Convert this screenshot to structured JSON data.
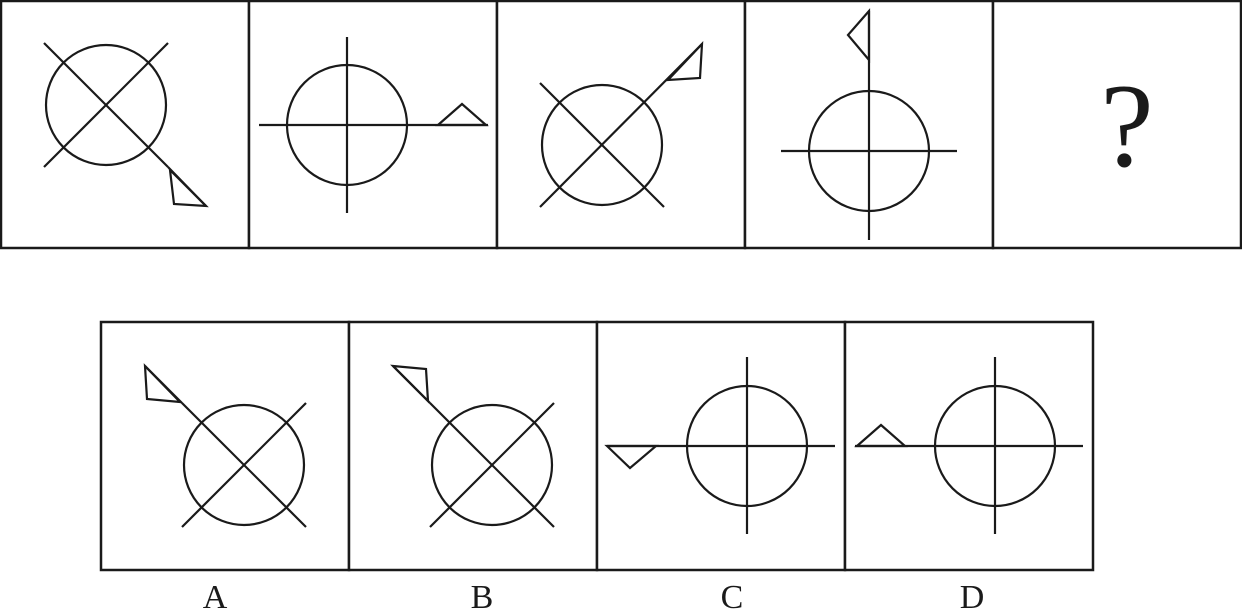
{
  "question": {
    "sequence": [
      {
        "id": "seq-1",
        "shape": "circle-with-x-cross",
        "flag": "triangle-lower-right"
      },
      {
        "id": "seq-2",
        "shape": "circle-with-plus-cross",
        "flag": "triangle-right"
      },
      {
        "id": "seq-3",
        "shape": "circle-with-x-cross",
        "flag": "triangle-upper-right"
      },
      {
        "id": "seq-4",
        "shape": "circle-with-plus-cross",
        "flag": "triangle-top"
      }
    ],
    "unknown_symbol": "?"
  },
  "options": [
    {
      "label": "A",
      "shape": "circle-with-x-cross",
      "flag": "triangle-upper-left"
    },
    {
      "label": "B",
      "shape": "circle-with-x-cross",
      "flag": "triangle-upper-left-flipped"
    },
    {
      "label": "C",
      "shape": "circle-with-plus-cross",
      "flag": "triangle-left-below"
    },
    {
      "label": "D",
      "shape": "circle-with-plus-cross",
      "flag": "triangle-left-above"
    }
  ],
  "colors": {
    "ink": "#1a1a1a",
    "background": "#ffffff"
  }
}
